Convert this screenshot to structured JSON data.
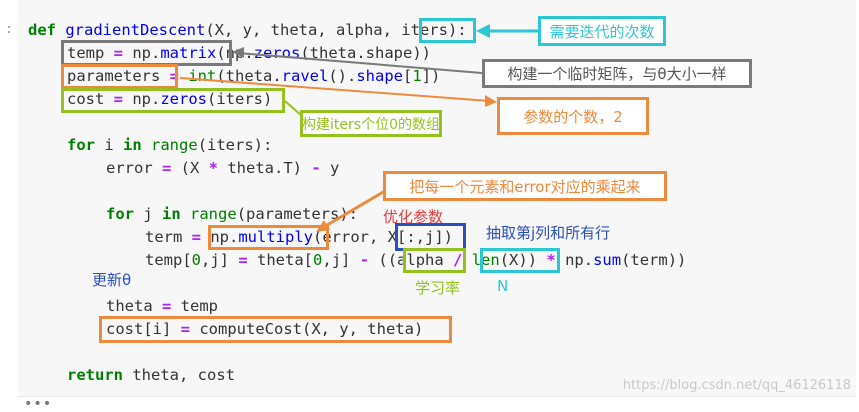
{
  "prompt": ":",
  "code": {
    "l1": {
      "def": "def",
      "name": "gradientDescent",
      "args": "(X, y, theta, alpha, ",
      "iters": "iters",
      "end": "):"
    },
    "l2": {
      "a": "temp ",
      "eq": "=",
      "b": " np.",
      "fn": "matrix",
      "c": "(np.",
      "fn2": "zeros",
      "d": "(theta.shape))"
    },
    "l3": {
      "a": "parameters ",
      "eq": "=",
      "b": " ",
      "fn": "int",
      "c": "(theta.",
      "fn2": "ravel",
      "d": "().",
      "fn3": "shape",
      "e": "[",
      "n": "1",
      "f": "])"
    },
    "l4": {
      "a": "cost ",
      "eq": "=",
      "b": " np.",
      "fn": "zeros",
      "c": "(iters)"
    },
    "l5": {
      "for": "for",
      "a": " i ",
      "in": "in",
      "b": " ",
      "fn": "range",
      "c": "(iters):"
    },
    "l6": {
      "a": "error ",
      "eq": "=",
      "b": " (X ",
      "op": "*",
      "c": " theta.T) ",
      "op2": "-",
      "d": " y"
    },
    "l7": {
      "for": "for",
      "a": " j ",
      "in": "in",
      "b": " ",
      "fn": "range",
      "c": "(parameters):"
    },
    "l8": {
      "a": "term ",
      "eq": "=",
      "b": " np.",
      "fn": "multiply",
      "c": "(error, X[:,j])"
    },
    "l9": {
      "a": "temp[",
      "n1": "0",
      "b": ",j] ",
      "eq": "=",
      "c": " theta[",
      "n2": "0",
      "d": ",j] ",
      "op": "-",
      "e": " ((alpha ",
      "op2": "/",
      "f": " ",
      "fn": "len",
      "g": "(X)) ",
      "op3": "*",
      "h": " np.",
      "fn2": "sum",
      "i": "(term))"
    },
    "l10": {
      "a": "theta ",
      "eq": "=",
      "b": " temp"
    },
    "l11": {
      "a": "cost[i] ",
      "eq": "=",
      "b": " computeCost(X, y, theta)"
    },
    "l12": {
      "ret": "return",
      "a": " theta, cost"
    }
  },
  "annotations": {
    "iters_count": "需要迭代的次数",
    "temp_matrix": "构建一个临时矩阵，与θ大小一样",
    "cost_zeros": "构建iters个位0的数组",
    "param_count": "参数的个数，2",
    "multiply_note": "把每一个元素和error对应的乘起来",
    "optimize": "优化参数",
    "column_all_rows": "抽取第j列和所有行",
    "update_theta": "更新θ",
    "learning_rate": "学习率",
    "n": "N"
  },
  "watermark": "https://blog.csdn.net/qq_46126118",
  "colors": {
    "cyan": "#2bc7d3",
    "gray": "#7a7a7a",
    "orange": "#ee8a3c",
    "green": "#95c11f",
    "blue": "#2a4fbf",
    "red": "#e83a3a"
  }
}
